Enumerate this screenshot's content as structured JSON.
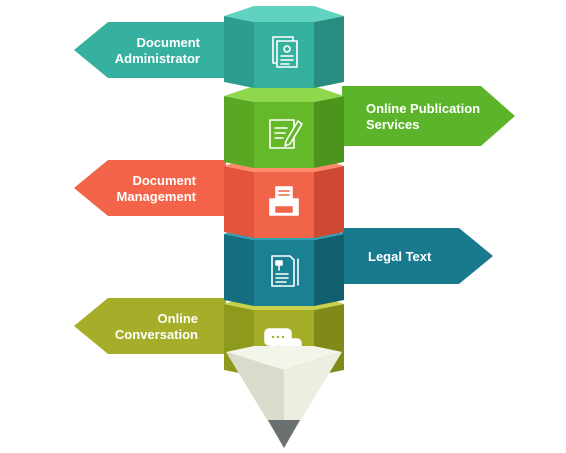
{
  "segments": [
    {
      "id": "seg1",
      "label_lines": [
        "Document",
        "Administrator"
      ],
      "side": "left",
      "icon": "documents-icon",
      "colors": {
        "top": "#5fd3c0",
        "left": "#2e9d90",
        "mid": "#36b09f",
        "right": "#288c80",
        "arrow": "#36b09f"
      }
    },
    {
      "id": "seg2",
      "label_lines": [
        "Online Publication",
        "Services"
      ],
      "side": "right",
      "icon": "pen-and-paper-icon",
      "colors": {
        "top": "#8fd84e",
        "left": "#58a823",
        "mid": "#64b82a",
        "right": "#4c951c",
        "arrow": "#5cb42a"
      }
    },
    {
      "id": "seg3",
      "label_lines": [
        "Document",
        "Management"
      ],
      "side": "left",
      "icon": "printer-icon",
      "colors": {
        "top": "#ff8a6c",
        "left": "#e2553c",
        "mid": "#f06449",
        "right": "#cf4832",
        "arrow": "#f4644a"
      }
    },
    {
      "id": "seg4",
      "label_lines": [
        "Legal Text"
      ],
      "side": "right",
      "icon": "legal-document-icon",
      "colors": {
        "top": "#2fa0b4",
        "left": "#146e80",
        "mid": "#1a8094",
        "right": "#125f70",
        "arrow": "#187a8c"
      }
    },
    {
      "id": "seg5",
      "label_lines": [
        "Online",
        "Conversation"
      ],
      "side": "left",
      "icon": "chat-bubbles-icon",
      "colors": {
        "top": "#c9d14a",
        "left": "#8d9a1e",
        "mid": "#a3ad27",
        "right": "#7f8a18",
        "arrow": "#a6ad28"
      }
    }
  ],
  "pencil_tip": {
    "wood": "#eceedf",
    "wood_shade": "#d9dccb",
    "lead": "#6a6f6f"
  }
}
